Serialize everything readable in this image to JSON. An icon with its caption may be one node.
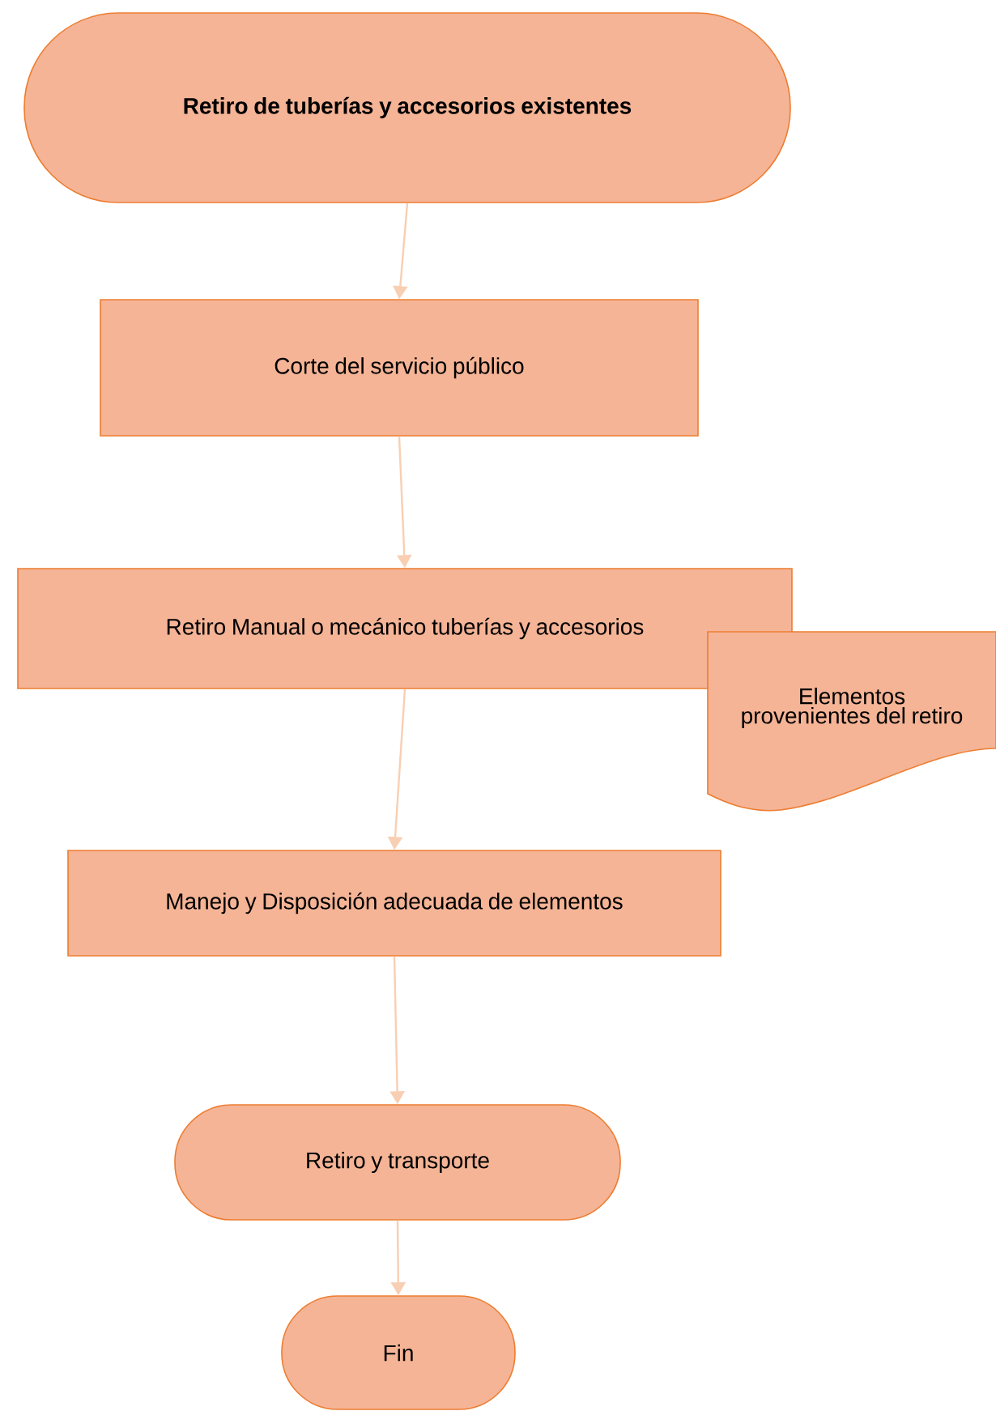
{
  "diagram": {
    "nodes": [
      {
        "text": [
          "Retiro de tuberías y accesorios existentes"
        ]
      },
      {
        "text": [
          "Corte del servicio público"
        ]
      },
      {
        "text": [
          "Retiro Manual o mecánico tuberías y accesorios"
        ]
      },
      {
        "text": [
          "Elementos provenientes del retiro"
        ]
      },
      {
        "text": [
          "Manejo y Disposición adecuada de elementos"
        ]
      },
      {
        "text": [
          "Retiro y transporte"
        ]
      },
      {
        "text": [
          "Fin"
        ]
      }
    ],
    "edges": [
      {
        "from": 0,
        "to": 1,
        "arrow": "to"
      },
      {
        "from": 1,
        "to": 2,
        "arrow": "to"
      },
      {
        "from": 2,
        "to": 4,
        "arrow": "to"
      },
      {
        "from": 4,
        "to": 5,
        "arrow": "to"
      },
      {
        "from": 5,
        "to": 6,
        "arrow": "to"
      }
    ]
  }
}
